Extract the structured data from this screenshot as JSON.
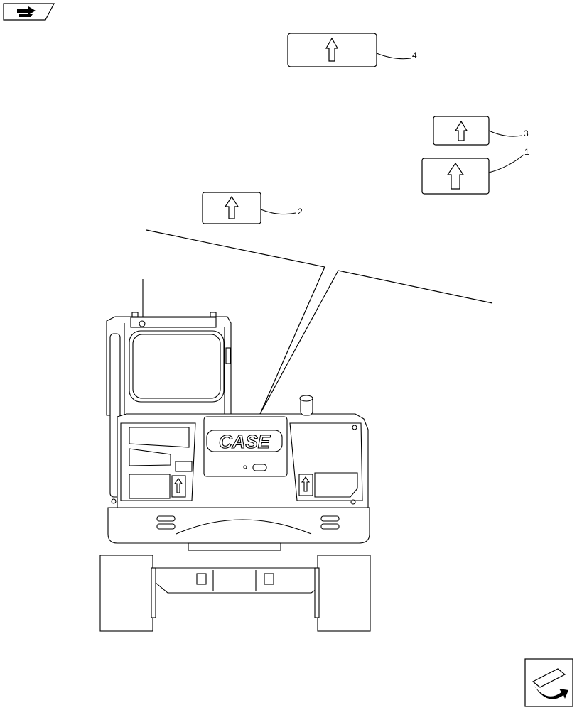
{
  "callouts": [
    {
      "id": "1",
      "label": "1"
    },
    {
      "id": "2",
      "label": "2"
    },
    {
      "id": "3",
      "label": "3"
    },
    {
      "id": "4",
      "label": "4"
    }
  ],
  "machine": {
    "brand_text": "CASE"
  },
  "icons": {
    "top_left": "folder-arrow-icon",
    "bottom_right": "page-forward-arrow-icon",
    "decal": "up-arrow-icon"
  },
  "colors": {
    "line": "#000000",
    "background": "#ffffff"
  }
}
